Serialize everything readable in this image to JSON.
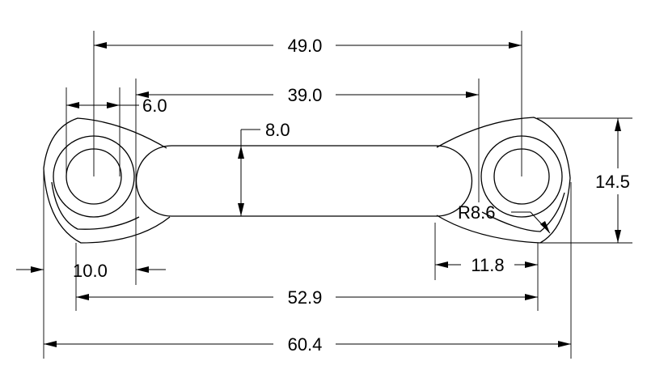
{
  "dimensions": {
    "overall_hole_spacing": "49.0",
    "inner_spacing": "39.0",
    "slot_offset": "6.0",
    "bar_width": "8.0",
    "right_height": "14.5",
    "corner_radius": "R8.6",
    "left_offset": "10.0",
    "right_offset": "11.8",
    "span_width": "52.9",
    "overall_length": "60.4"
  }
}
